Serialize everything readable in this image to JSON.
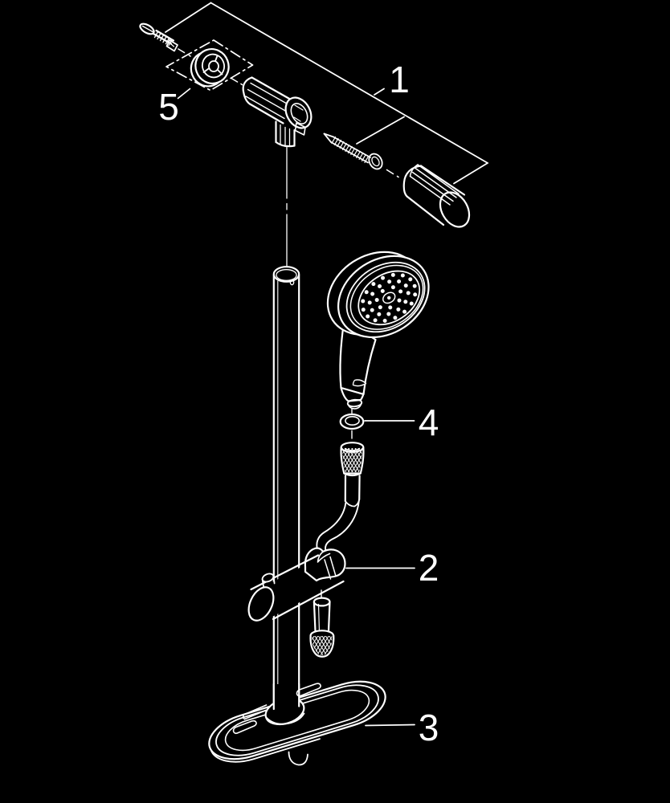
{
  "canvas": {
    "background": "#000000",
    "line_color": "#ffffff"
  },
  "parts": {
    "p1": {
      "label": "1"
    },
    "p2": {
      "label": "2"
    },
    "p3": {
      "label": "3"
    },
    "p4": {
      "label": "4"
    },
    "p5": {
      "label": "5"
    }
  }
}
